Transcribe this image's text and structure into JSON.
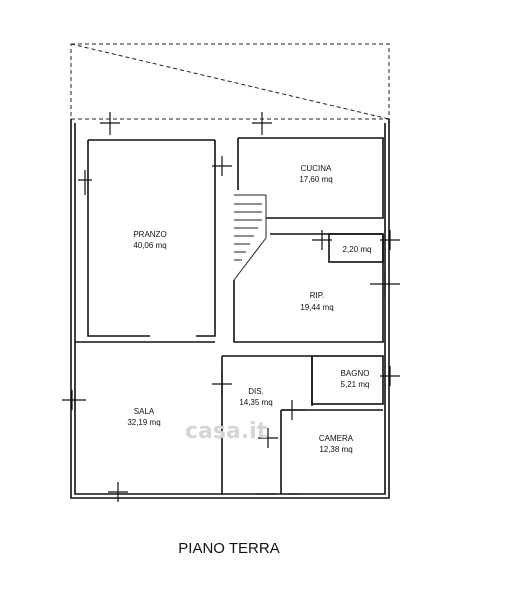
{
  "plan_title": "PIANO TERRA",
  "watermark": "casa.it",
  "rooms": [
    {
      "name": "CUCINA",
      "area": "17,60 mq"
    },
    {
      "name": "PRANZO",
      "area": "40,06 mq"
    },
    {
      "name": "",
      "area": "2,20 mq"
    },
    {
      "name": "RIP.",
      "area": "19,44 mq"
    },
    {
      "name": "BAGNO",
      "area": "5,21 mq"
    },
    {
      "name": "DIS.",
      "area": "14,35 mq"
    },
    {
      "name": "SALA",
      "area": "32,19 mq"
    },
    {
      "name": "CAMERA",
      "area": "12,38 mq"
    }
  ]
}
